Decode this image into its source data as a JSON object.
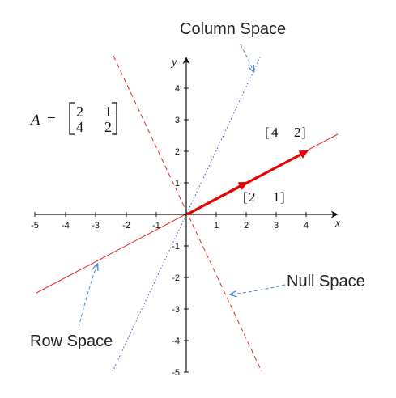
{
  "matrix": {
    "name": "A",
    "equals": "=",
    "rows": [
      [
        "2",
        "1"
      ],
      [
        "4",
        "2"
      ]
    ]
  },
  "axes": {
    "x_label": "x",
    "y_label": "y",
    "x_ticks": [
      "-5",
      "-4",
      "-3",
      "-2",
      "-1",
      "1",
      "2",
      "3",
      "4"
    ],
    "y_ticks_pos": [
      "4",
      "3",
      "2",
      "1"
    ],
    "y_ticks_neg": [
      "-1",
      "-2",
      "-3",
      "-4",
      "-5"
    ]
  },
  "vectors": {
    "short": {
      "label": [
        "2",
        "1"
      ],
      "tip": [
        2,
        1
      ]
    },
    "long": {
      "label": [
        "4",
        "2"
      ],
      "tip": [
        4,
        2
      ]
    }
  },
  "annotations": {
    "column_space": "Column Space",
    "null_space": "Null Space",
    "row_space": "Row Space"
  },
  "colors": {
    "row_space": "#e8262a",
    "null_space": "#e8262a",
    "column_space": "#3a52c8",
    "vector": "#e80000",
    "pointer": "#4a86c8",
    "axis": "#111111"
  }
}
